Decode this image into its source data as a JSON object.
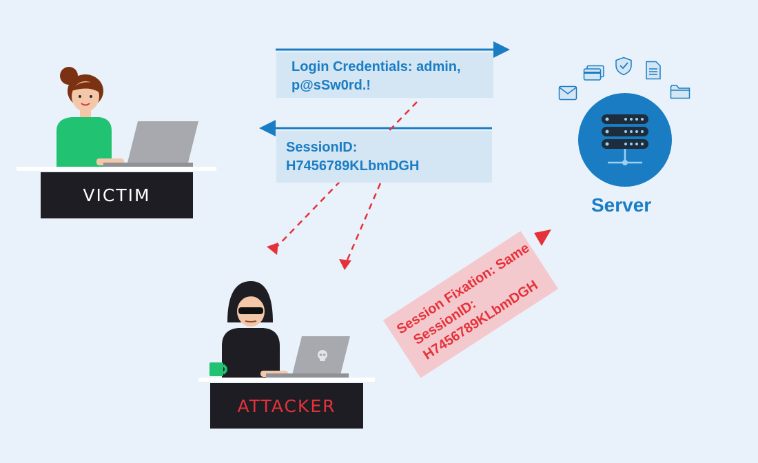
{
  "victim": {
    "label": "VICTIM"
  },
  "attacker": {
    "label": "ATTACKER"
  },
  "server": {
    "label": "Server"
  },
  "messages": {
    "credentials": {
      "line1": "Login Credentials: admin,",
      "line2": "p@sSw0rd.!"
    },
    "session": {
      "line1": "SessionID:",
      "line2": "H7456789KLbmDGH"
    },
    "fixation": {
      "line1": "Session Fixation: Same",
      "line2": "SessionID:",
      "line3": "H7456789KLbmDGH"
    }
  },
  "icons": [
    "mail-icon",
    "credit-card-icon",
    "shield-check-icon",
    "document-icon",
    "folder-icon",
    "server-icon",
    "skull-icon"
  ],
  "colors": {
    "background": "#e9f2fa",
    "accent_blue": "#1a7dc4",
    "message_box": "#d4e6f3",
    "alert_red": "#e5323a",
    "alert_box": "#f4c9ce",
    "sign": "#1d1d23"
  }
}
